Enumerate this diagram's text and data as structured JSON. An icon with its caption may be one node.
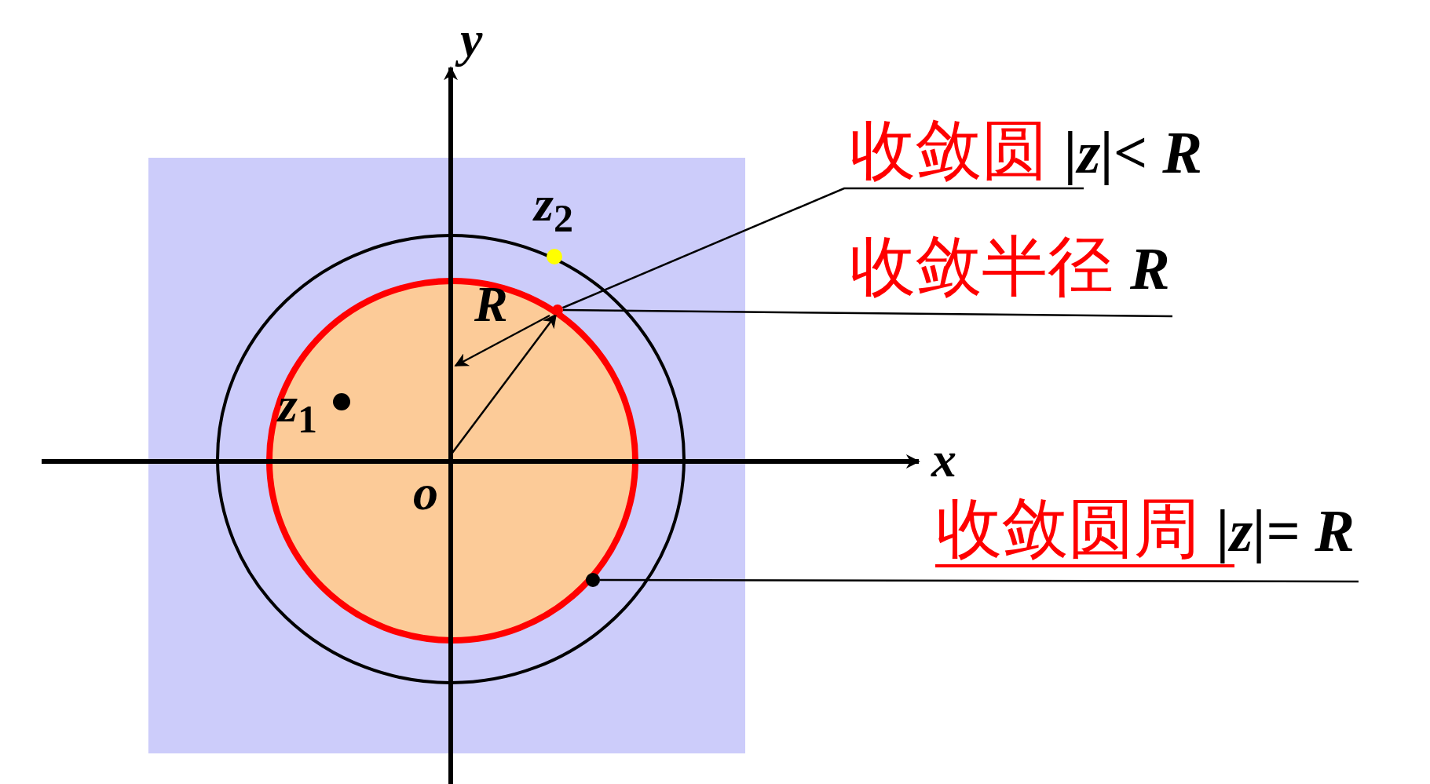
{
  "diagram": {
    "nodes": [
      {
        "text": [
          "收敛圆 *|z|< R*"
        ]
      },
      {
        "text": [
          "收敛半径 *R*"
        ]
      },
      {
        "text": [
          "收敛圆周 *|z|= R*"
        ]
      },
      {
        "text": [],
        "shape": "circle"
      },
      {
        "text": [],
        "shape": "circle"
      }
    ],
    "edges": [
      {
        "from": 0,
        "to": 3,
        "arrow": "none"
      },
      {
        "from": 1,
        "to": 3,
        "arrow": "none"
      },
      {
        "from": 2,
        "to": 4,
        "arrow": "none"
      }
    ],
    "labels": [
      "y",
      "z$_{2}$",
      "R",
      "z$_{1}$",
      "x",
      "o"
    ]
  }
}
